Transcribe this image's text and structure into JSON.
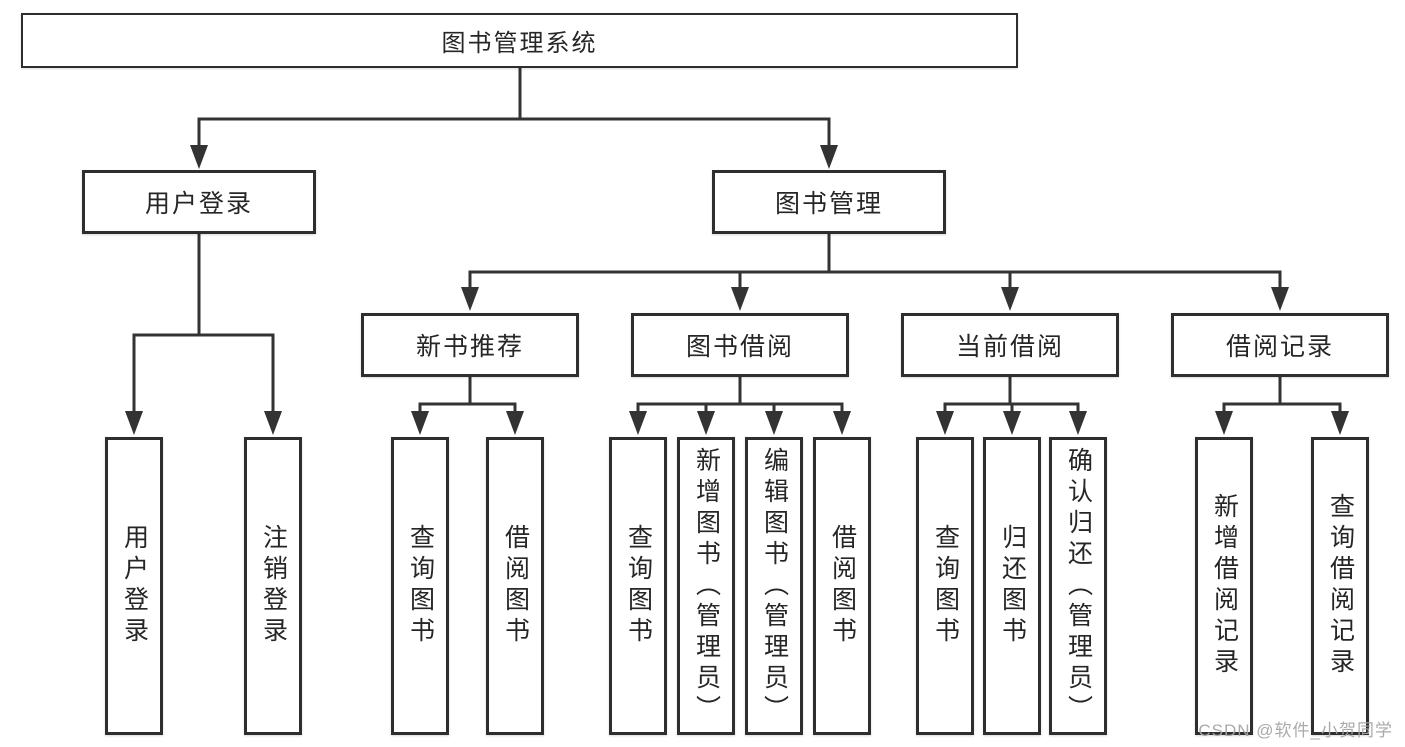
{
  "diagram": {
    "root": "图书管理系统",
    "level2": {
      "user_login": "用户登录",
      "book_management": "图书管理"
    },
    "level3": {
      "new_book_recommend": "新书推荐",
      "book_borrowing": "图书借阅",
      "current_borrowing": "当前借阅",
      "borrowing_records": "借阅记录"
    },
    "leaves": {
      "user_login": [
        "用户登录",
        "注销登录"
      ],
      "new_book_recommend": [
        "查询图书",
        "借阅图书"
      ],
      "book_borrowing": [
        "查询图书",
        "新增图书（管理员）",
        "编辑图书（管理员）",
        "借阅图书"
      ],
      "current_borrowing": [
        "查询图书",
        "归还图书",
        "确认归还（管理员）"
      ],
      "borrowing_records": [
        "新增借阅记录",
        "查询借阅记录"
      ]
    }
  },
  "watermark": "CSDN @软件_小贺同学",
  "colors": {
    "line": "#333333",
    "box_border": "#2e2e2e",
    "text": "#262626",
    "watermark": "#a6a6a6",
    "background": "#ffffff"
  }
}
